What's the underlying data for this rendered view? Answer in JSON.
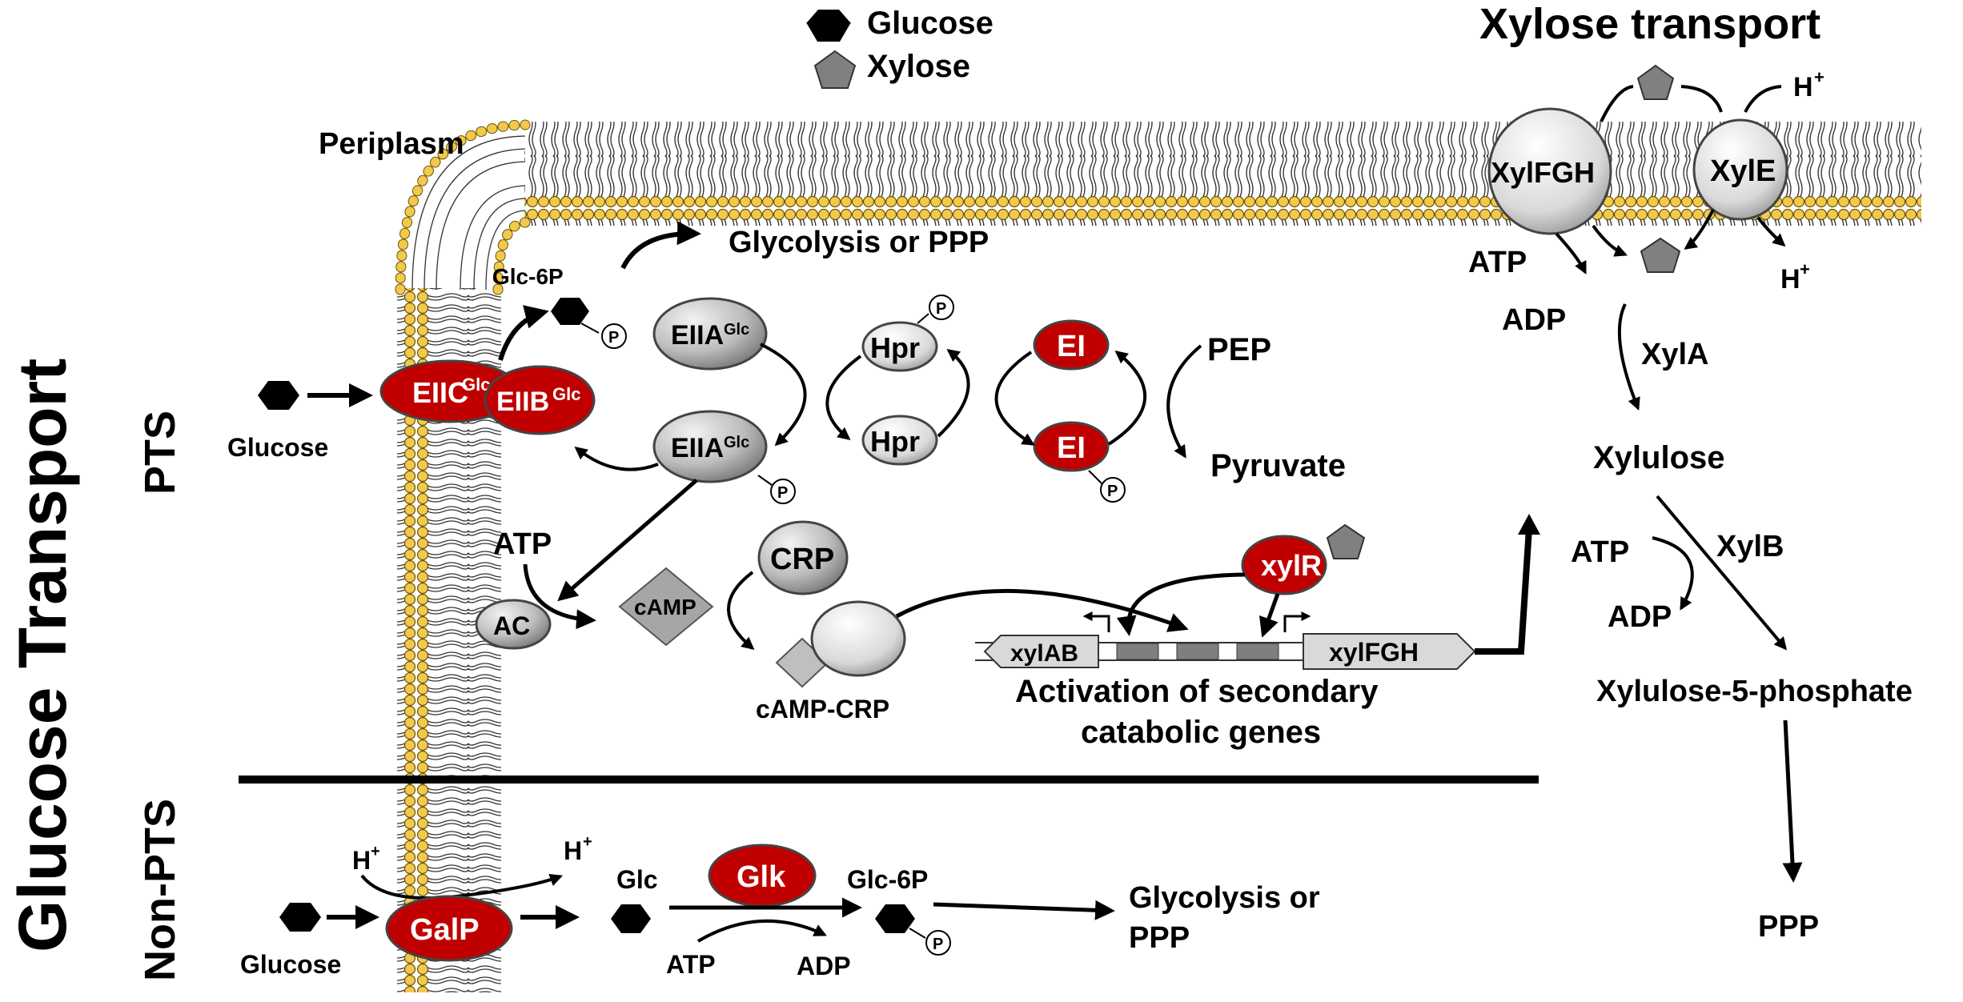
{
  "legend": {
    "glucose": "Glucose",
    "xylose": "Xylose"
  },
  "titles": {
    "xylose_transport": "Xylose transport",
    "glucose_transport": "Glucose Transport"
  },
  "sections": {
    "pts": "PTS",
    "non_pts": "Non-PTS",
    "periplasm": "Periplasm"
  },
  "pts": {
    "glucose": "Glucose",
    "eiic": "EIIC",
    "eiic_sup": "Glc",
    "eiib": "EIIB",
    "eiib_sup": "Glc",
    "glc6p": "Glc-6P",
    "glycolysis": "Glycolysis or PPP",
    "eiia": "EIIA",
    "eiia_sup": "Glc",
    "hpr": "Hpr",
    "ei": "EI",
    "pep": "PEP",
    "pyruvate": "Pyruvate",
    "p": "P"
  },
  "camp": {
    "atp": "ATP",
    "ac": "AC",
    "camp": "cAMP",
    "crp": "CRP",
    "camp_crp": "cAMP-CRP"
  },
  "genes": {
    "xylr": "xylR",
    "xylab": "xylAB",
    "xylfgh": "xylFGH",
    "activation_line1": "Activation of secondary",
    "activation_line2": "catabolic genes"
  },
  "xylose": {
    "xylfgh": "XylFGH",
    "xyle": "XylE",
    "h_plus": "H",
    "h_sup": "+",
    "atp": "ATP",
    "adp": "ADP",
    "xyla": "XylA",
    "xylulose": "Xylulose",
    "atp2": "ATP",
    "xylb": "XylB",
    "adp2": "ADP",
    "x5p": "Xylulose-5-phosphate",
    "ppp": "PPP"
  },
  "nonpts": {
    "h_plus": "H",
    "h_sup": "+",
    "galp": "GalP",
    "glucose": "Glucose",
    "glc": "Glc",
    "glk": "Glk",
    "glc6p": "Glc-6P",
    "atp": "ATP",
    "adp": "ADP",
    "glycolysis_line1": "Glycolysis or",
    "glycolysis_line2": "PPP"
  },
  "colors": {
    "red": "#c00000",
    "gray": "#a6a6a6",
    "lipid": "#f2c94c"
  }
}
